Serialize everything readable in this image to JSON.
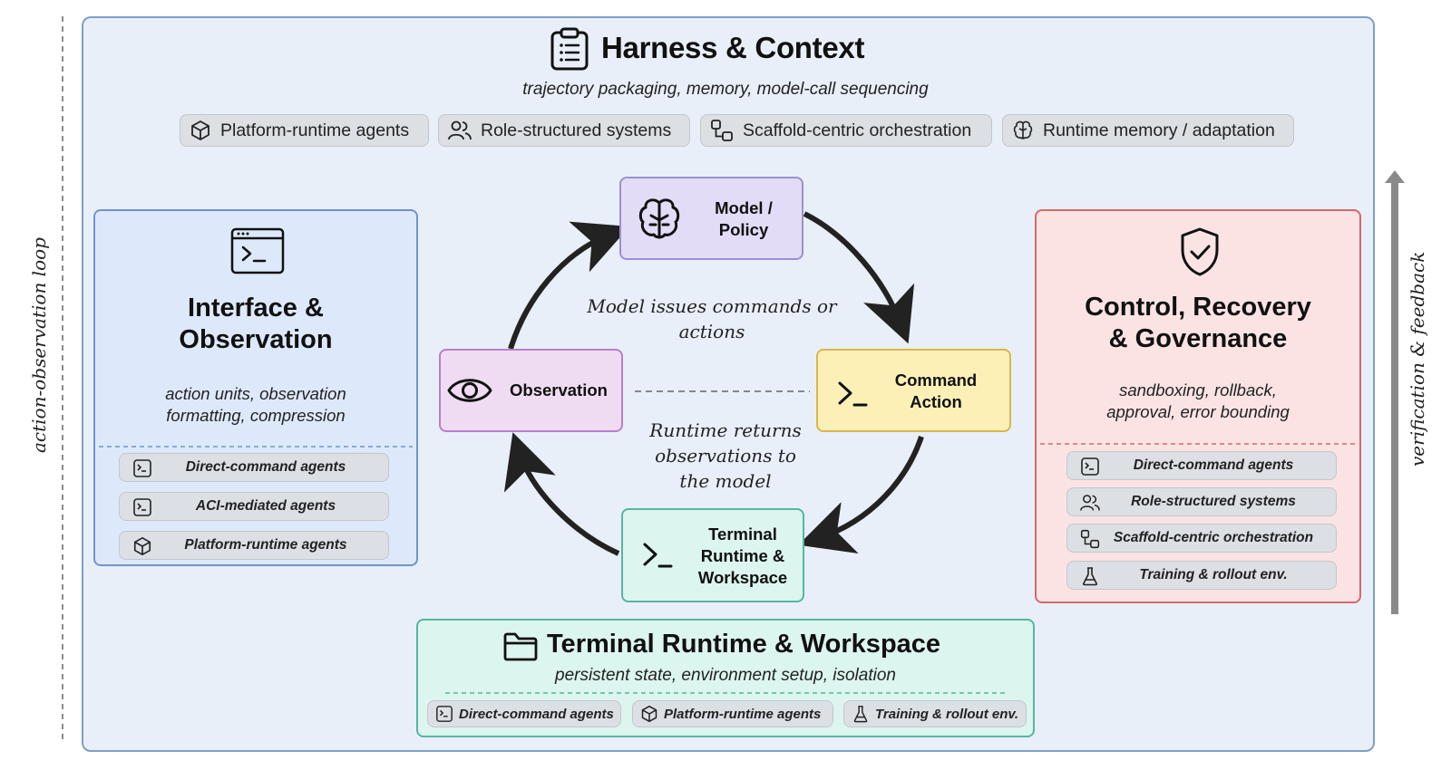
{
  "side_labels": {
    "left": "action-observation loop",
    "right": "verification & feedback"
  },
  "harness": {
    "title": "Harness & Context",
    "subtitle": "trajectory packaging, memory, model-call sequencing",
    "chips": [
      {
        "icon": "cube-icon",
        "label": "Platform-runtime agents"
      },
      {
        "icon": "users-icon",
        "label": "Role-structured systems"
      },
      {
        "icon": "workflow-icon",
        "label": "Scaffold-centric orchestration"
      },
      {
        "icon": "brain-icon",
        "label": "Runtime memory / adaptation"
      }
    ]
  },
  "interface_panel": {
    "title_line1": "Interface &",
    "title_line2": "Observation",
    "subtitle_line1": "action units, observation",
    "subtitle_line2": "formatting, compression",
    "items": [
      {
        "icon": "terminal-icon",
        "label": "Direct-command agents"
      },
      {
        "icon": "terminal-icon",
        "label": "ACI-mediated agents"
      },
      {
        "icon": "cube-icon",
        "label": "Platform-runtime agents"
      }
    ]
  },
  "control_panel": {
    "title_line1": "Control, Recovery",
    "title_line2": "& Governance",
    "subtitle_line1": "sandboxing, rollback,",
    "subtitle_line2": "approval, error bounding",
    "items": [
      {
        "icon": "terminal-icon",
        "label": "Direct-command agents"
      },
      {
        "icon": "users-icon",
        "label": "Role-structured systems"
      },
      {
        "icon": "workflow-icon",
        "label": "Scaffold-centric orchestration"
      },
      {
        "icon": "flask-icon",
        "label": "Training & rollout env."
      }
    ]
  },
  "loop": {
    "model_line1": "Model /",
    "model_line2": "Policy",
    "observation": "Observation",
    "command_line1": "Command",
    "command_line2": "Action",
    "terminal_line1": "Terminal",
    "terminal_line2": "Runtime &",
    "terminal_line3": "Workspace",
    "caption_top_line1": "Model issues commands or",
    "caption_top_line2": "actions",
    "caption_bottom_line1": "Runtime returns",
    "caption_bottom_line2": "observations to",
    "caption_bottom_line3": "the model"
  },
  "workspace_panel": {
    "title": "Terminal Runtime & Workspace",
    "subtitle": "persistent state, environment setup, isolation",
    "items": [
      {
        "icon": "terminal-icon",
        "label": "Direct-command agents"
      },
      {
        "icon": "cube-icon",
        "label": "Platform-runtime agents"
      },
      {
        "icon": "flask-icon",
        "label": "Training & rollout env."
      }
    ]
  },
  "colors": {
    "frame": "#7f9fc6",
    "interface_bg": "#dde9fb",
    "control_bg": "#fbe3e3",
    "model_bg": "#e2dcf6",
    "observation_bg": "#efdcf2",
    "command_bg": "#fdf0b6",
    "terminal_bg": "#dcf5ee"
  }
}
